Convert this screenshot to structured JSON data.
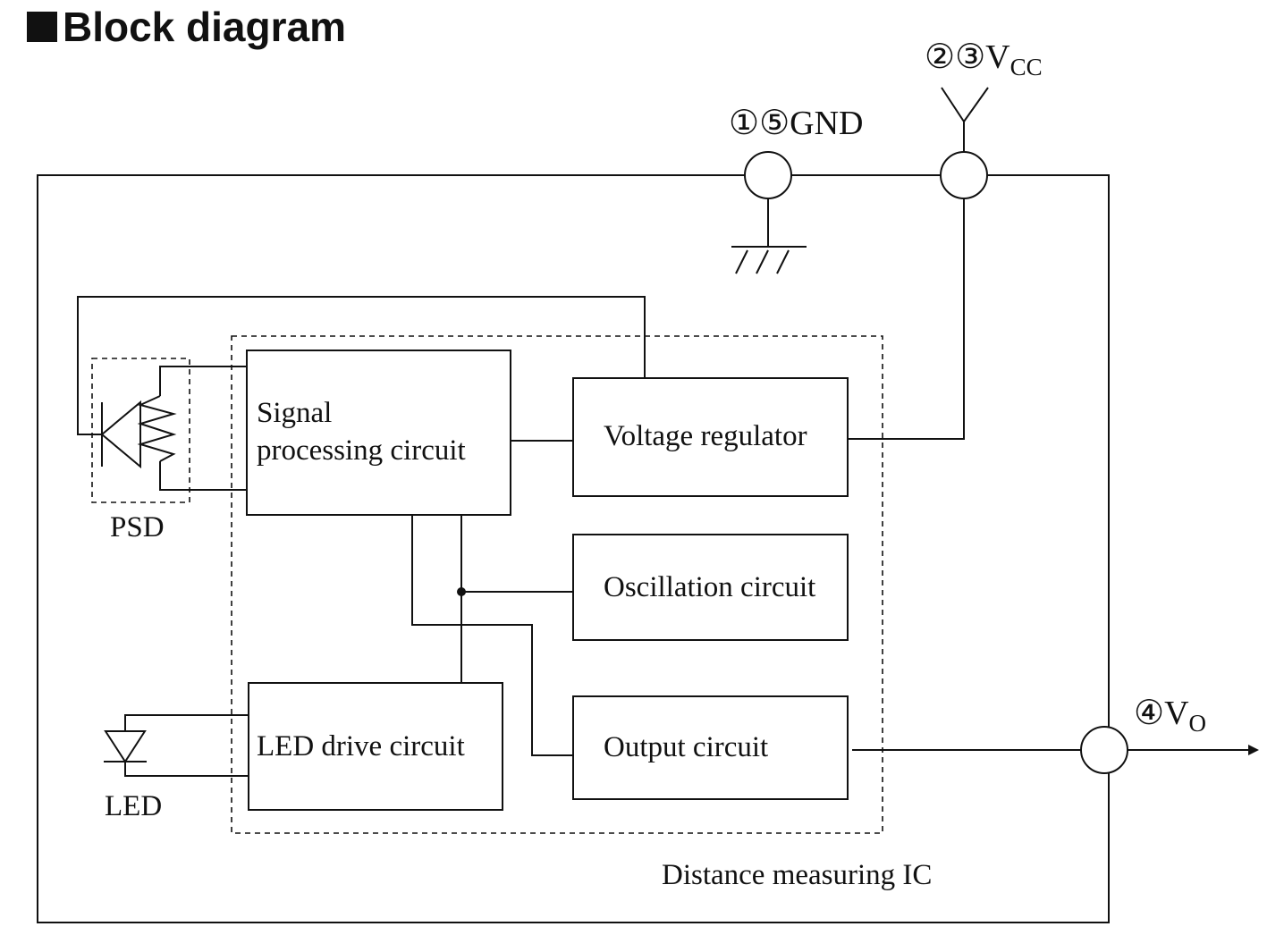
{
  "title": "Block diagram",
  "blocks": {
    "signal_processing": {
      "line1": "Signal",
      "line2": "processing circuit"
    },
    "voltage_regulator": "Voltage regulator",
    "oscillation": "Oscillation circuit",
    "output": "Output circuit",
    "led_drive": "LED drive circuit"
  },
  "components": {
    "psd": "PSD",
    "led": "LED"
  },
  "ic_label": "Distance measuring IC",
  "pins": {
    "gnd": {
      "numbers": "①⑤",
      "name": "GND"
    },
    "vcc": {
      "numbers": "②③",
      "name": "V",
      "subscript": "CC"
    },
    "vo": {
      "numbers": "④",
      "name": "V",
      "subscript": "O"
    }
  }
}
